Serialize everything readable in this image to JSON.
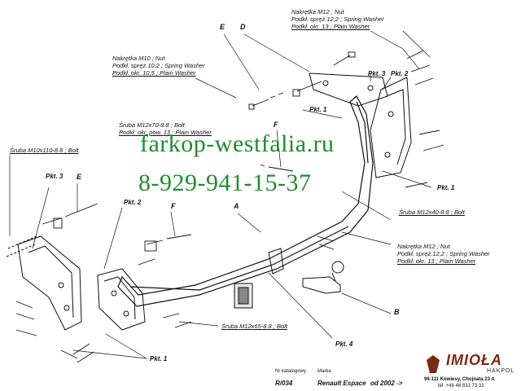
{
  "labels": {
    "nut_m12_top": [
      "Nakrętka  M12 ; Nut",
      "Podkł. spręż.12,2 ; Spring Washer",
      "Podkł. okr. 13 ; Plain Washer"
    ],
    "nut_m10": [
      "Nakrętka  M10 ; Nut",
      "Podkł. spręż.10,2 ; Spring Washer",
      "Podkł. okr. 10,5 ; Plain Washer"
    ],
    "bolt_m12x70": [
      "Śruba M12x70-8.8 ;  Bolt",
      "Podkł. okr. pow. 13 ; Plain Washer"
    ],
    "bolt_m10x110": "Śruba M10x110-8.8 ;  Bolt",
    "bolt_m12x40": "Śruba M12x40-8.8 ;  Bolt",
    "nut_m12_right": [
      "Nakrętka  M12 ; Nut",
      "Podkł. spręż.12,2 ; Spring Washer",
      "Podkł. okr. 13 ; Plain Washer"
    ],
    "bolt_m12x65": "Śruba M12x65-8.8 ;  Bolt"
  },
  "parts": {
    "pkt1": "Pkt. 1",
    "pkt2": "Pkt. 2",
    "pkt3": "Pkt. 3",
    "pkt4": "Pkt. 4"
  },
  "letters": {
    "A": "A",
    "B": "B",
    "D": "D",
    "E": "E",
    "F": "F"
  },
  "watermark": {
    "site": "farkop-westfalia.ru",
    "phone": "8-929-941-15-37"
  },
  "title_block": {
    "catalog_label": "Nr katalogowy",
    "catalog_no": "R/034",
    "marka_label": "Marka",
    "vehicle": "Renault Espace",
    "since": "od  2002 ->"
  },
  "brand": {
    "name": "IMIOŁA",
    "sub": "HAKPOL",
    "address": "96-111 Kowiesy, Chojnata 23 A",
    "phone": "tel. +48 46 831 73 31"
  },
  "colors": {
    "watermark": "#1d8f2a",
    "brand": "#7a2a10",
    "lines": "#111111"
  }
}
